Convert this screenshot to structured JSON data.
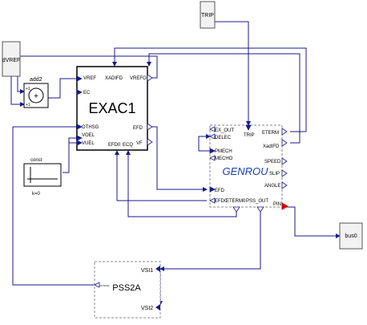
{
  "blocks": {
    "dvref": {
      "label": "dVREF"
    },
    "trip": {
      "label": "TRIP"
    },
    "add": {
      "label": "add2",
      "in1_sign": "+1",
      "in2_sign": "+1",
      "symbol": "+"
    },
    "const": {
      "label": "const",
      "value": "k=0"
    },
    "exac1": {
      "title": "EXAC1",
      "ports": {
        "vref": "VREF",
        "xadifd": "XADIFD",
        "vrefo": "VREFO",
        "ec": "EC",
        "othsg": "OTHSG",
        "voel": "VOEL",
        "vuel": "VUEL",
        "efd": "EFD",
        "vf": "VF",
        "efd0": "EFD0",
        "ecq": "ECQ"
      }
    },
    "genrou": {
      "title": "GENROU",
      "ports": {
        "ex_out": "EX_OUT",
        "delec": "DELEC",
        "trip": "TRIP",
        "pmech": "PMECH",
        "mecho": "MECHO",
        "eterm": "ETERM",
        "xadifd": "XadIFD",
        "speed": "SPEED",
        "slip": "SLIP",
        "angle": "ANGLE",
        "efd": "EFD",
        "efd0": "EFD0",
        "eterm0": "ETERM0",
        "pss_out": "PSS_OUT",
        "pin": "PIN"
      }
    },
    "bus": {
      "label": "bus0"
    },
    "pss2a": {
      "title": "PSS2A",
      "vsi1": "VSI1",
      "vsi2": "VSI2",
      "vout": "VOTHSG"
    }
  },
  "colors": {
    "wire": "#1a1a8c",
    "block_border": "#000000",
    "dashed_border": "#888888",
    "port_red": "#d00000",
    "genrou_text": "#1a3fb0",
    "label_box_fill": "#f2f2f2"
  }
}
